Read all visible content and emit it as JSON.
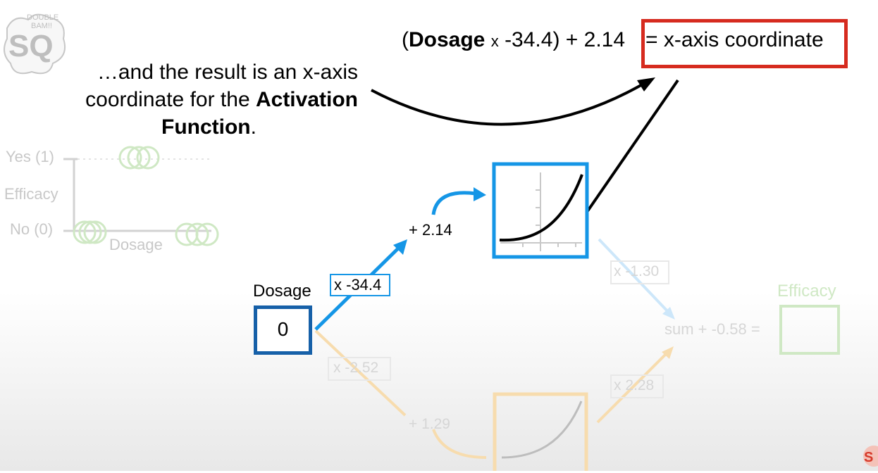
{
  "equation": {
    "open_paren": "(",
    "dosage_word": "Dosage",
    "times": "x",
    "weight": "-34.4)",
    "plus_bias": "+ 2.14",
    "result": "= x-axis coordinate"
  },
  "caption": {
    "line1": "…and the result is an x-axis",
    "line2_plain": "coordinate for the",
    "line2_bold": "Activation",
    "line3_bold": "Function",
    "line3_end": "."
  },
  "background_plot": {
    "yes_label": "Yes (1)",
    "efficacy_label": "Efficacy",
    "no_label": "No (0)",
    "xaxis_label": "Dosage"
  },
  "network": {
    "input_title": "Dosage",
    "input_value": "0",
    "top_weight": "x -34.4",
    "top_bias": "+ 2.14",
    "top_output_weight": "x -1.30",
    "bottom_weight": "x -2.52",
    "bottom_bias": "+ 1.29",
    "bottom_output_weight": "x 2.28",
    "sum_text": "sum + -0.58 =",
    "output_title": "Efficacy"
  },
  "colors": {
    "blue": "#1596e6",
    "dark_blue": "#1660a8",
    "red": "#d62b1f",
    "faded_orange": "#f7dcae",
    "faded_green": "#cfe8c4",
    "faded_gray": "#d2d2d2"
  }
}
